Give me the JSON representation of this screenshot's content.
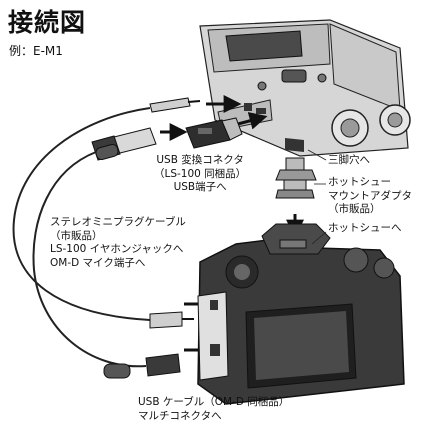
{
  "header": {
    "title": "接続図",
    "subtitle": "例：E-M1"
  },
  "labels": {
    "usb_connector": [
      "USB 変換コネクタ",
      "（LS-100 同梱品）",
      "USB端子へ"
    ],
    "tripod_hole": [
      "三脚穴へ"
    ],
    "shoe_adapter": [
      "ホットシュー",
      "マウントアダプタ",
      "（市販品）"
    ],
    "hot_shoe": [
      "ホットシューへ"
    ],
    "stereo_cable": [
      "ステレオミニプラグケーブル",
      "（市販品）",
      "LS-100 イヤホンジャックへ",
      "OM-D マイク端子へ"
    ],
    "usb_cable": [
      "USB ケーブル（OM-D 同梱品）",
      "マルチコネクタへ"
    ]
  },
  "colors": {
    "line": "#222222",
    "device_body": "#d9d9d9",
    "device_dark": "#3a3a3a",
    "screen": "#4a4a4a",
    "arrow": "#111111"
  }
}
